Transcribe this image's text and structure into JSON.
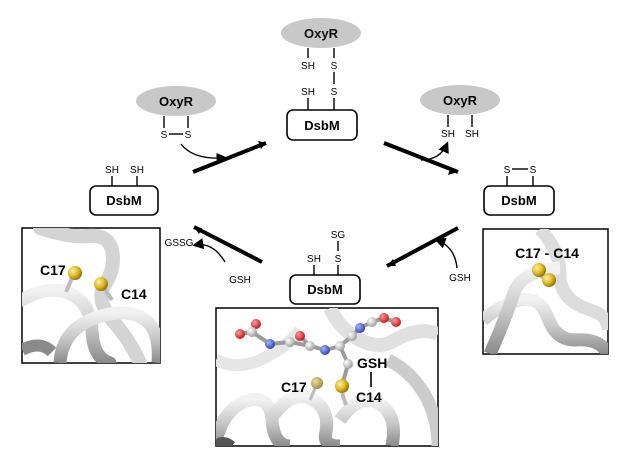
{
  "diagram": {
    "oxyr_top": {
      "label": "OxyR",
      "left_thiol": "SH",
      "right_thiol": "S"
    },
    "dsbm_top": {
      "label": "DsbM",
      "left_thiol": "SH",
      "right_thiol": "S"
    },
    "oxyr_left": {
      "label": "OxyR",
      "left_thiol": "S",
      "right_thiol": "S"
    },
    "oxyr_right": {
      "label": "OxyR",
      "left_thiol": "SH",
      "right_thiol": "SH"
    },
    "dsbm_left": {
      "label": "DsbM",
      "left_thiol": "SH",
      "right_thiol": "SH"
    },
    "dsbm_right": {
      "label": "DsbM",
      "left_thiol": "S",
      "right_thiol": "S"
    },
    "dsbm_bottom": {
      "label": "DsbM",
      "left_thiol": "SH",
      "right_thiol": "S",
      "glutathione_tag": "SG"
    },
    "arrow_labels": {
      "gssg": "GSSG",
      "gsh_left": "GSH",
      "gsh_right": "GSH"
    },
    "structure_left": {
      "c17": "C17",
      "c14": "C14"
    },
    "structure_right": {
      "bond": "C17 - C14"
    },
    "structure_bottom": {
      "c17": "C17",
      "c14": "C14",
      "gsh": "GSH"
    }
  }
}
